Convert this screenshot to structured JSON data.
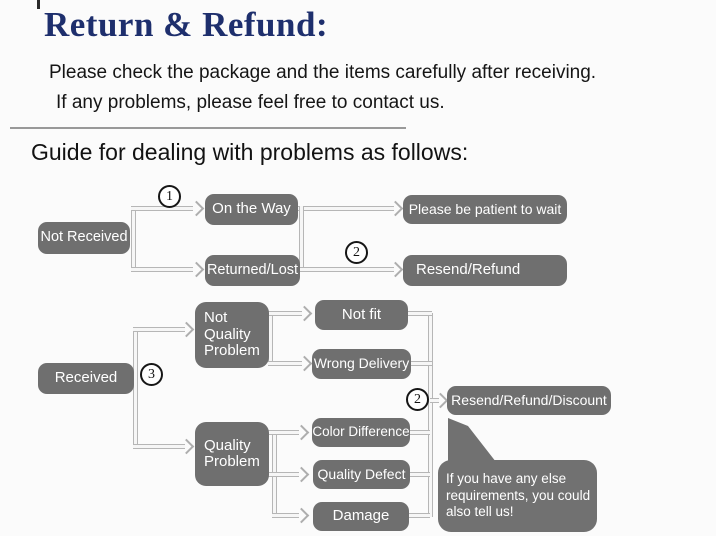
{
  "header": {
    "title": "Return & Refund:",
    "subtitle_line1": "Please check the package and the items carefully after receiving.",
    "subtitle_line2": "If any problems, please feel free to contact us.",
    "guide_heading": "Guide for dealing with problems as follows:"
  },
  "colors": {
    "title_navy": "#1e2f6d",
    "box_gray": "#6f6f6f",
    "connector_gray": "#b6b6b6",
    "text_white": "#ffffff",
    "background": "#fbfbfb"
  },
  "flowchart": {
    "nodes": [
      {
        "id": "not-received",
        "label": "Not Received"
      },
      {
        "id": "on-the-way",
        "label": "On the Way"
      },
      {
        "id": "returned-lost",
        "label": "Returned/Lost"
      },
      {
        "id": "patient-wait",
        "label": "Please be patient to wait"
      },
      {
        "id": "resend-refund",
        "label": "Resend/Refund"
      },
      {
        "id": "not-quality-problem",
        "label": "Not Quality Problem"
      },
      {
        "id": "not-fit",
        "label": "Not fit"
      },
      {
        "id": "wrong-delivery",
        "label": "Wrong Delivery"
      },
      {
        "id": "received",
        "label": "Received"
      },
      {
        "id": "quality-problem",
        "label": "Quality Problem"
      },
      {
        "id": "color-difference",
        "label": "Color Difference"
      },
      {
        "id": "quality-defect",
        "label": "Quality Defect"
      },
      {
        "id": "damage",
        "label": "Damage"
      },
      {
        "id": "resend-refund-discount",
        "label": "Resend/Refund/Discount"
      },
      {
        "id": "note-bubble",
        "label": "If you have any else requirements, you could also tell us!"
      }
    ],
    "badges": [
      {
        "id": "step-1",
        "label": "1"
      },
      {
        "id": "step-2-top",
        "label": "2"
      },
      {
        "id": "step-3",
        "label": "3"
      },
      {
        "id": "step-2-bottom",
        "label": "2"
      }
    ]
  }
}
